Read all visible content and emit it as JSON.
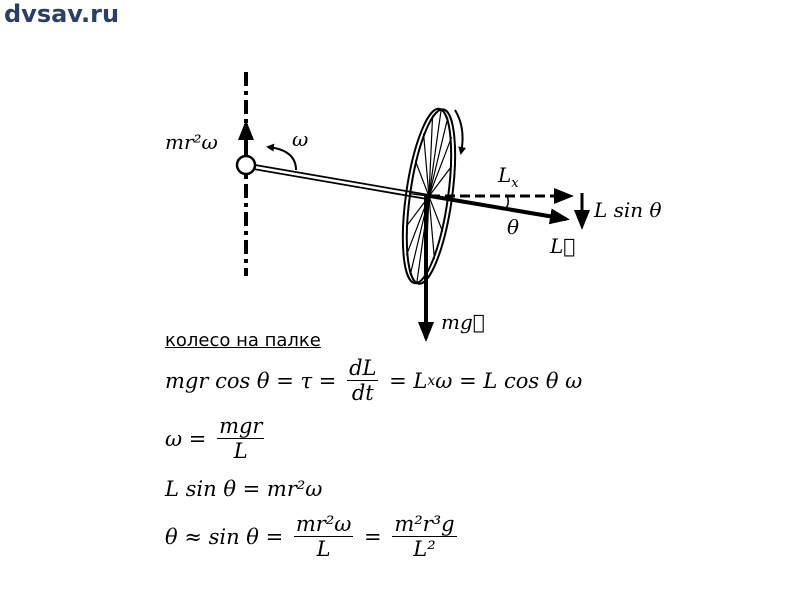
{
  "site": {
    "logo": "dvsav.ru",
    "logo_color": "#2b3f66"
  },
  "diagram": {
    "axis_label": "mr²ω",
    "precession_label": "ω",
    "lx_label": "L",
    "lx_sub": "x",
    "theta_label": "θ",
    "l_vector_label": "L⃗",
    "l_sin_label": "L sin θ",
    "gravity_label": "mg⃗"
  },
  "text": {
    "heading": "колесо на палке",
    "eq1": {
      "left": "mgr cos θ = τ = ",
      "num": "dL",
      "den": "dt",
      "mid": " = L",
      "sub": "x",
      "right": "ω = L cos θ ω"
    },
    "eq2": {
      "left": "ω = ",
      "num": "mgr",
      "den": "L"
    },
    "eq3": "L sin θ = mr²ω",
    "eq4": {
      "left": "θ ≈ sin θ = ",
      "num1": "mr²ω",
      "den1": "L",
      "mid": " = ",
      "num2": "m²r³g",
      "den2": "L²"
    }
  }
}
